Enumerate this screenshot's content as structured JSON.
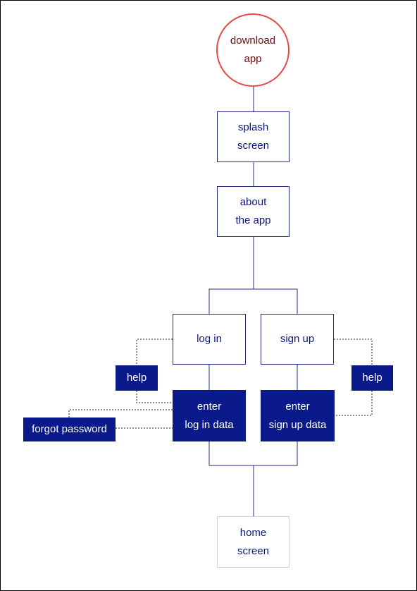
{
  "nodes": {
    "download_app": "download\napp",
    "splash_screen": "splash\nscreen",
    "about_the_app": "about\nthe app",
    "log_in": "log in",
    "sign_up": "sign up",
    "help_left": "help",
    "help_right": "help",
    "enter_log_in_data": "enter\nlog in data",
    "enter_sign_up_data": "enter\nsign up data",
    "forgot_password": "forgot password",
    "home_screen": "home\nscreen"
  },
  "colors": {
    "start_circle_border": "#e8484a",
    "start_circle_text": "#6a0f0f",
    "outline_text": "#0a1680",
    "filled_box": "#0a1a8a",
    "connector": "#1f2a80",
    "dotted_connector": "#222222"
  }
}
